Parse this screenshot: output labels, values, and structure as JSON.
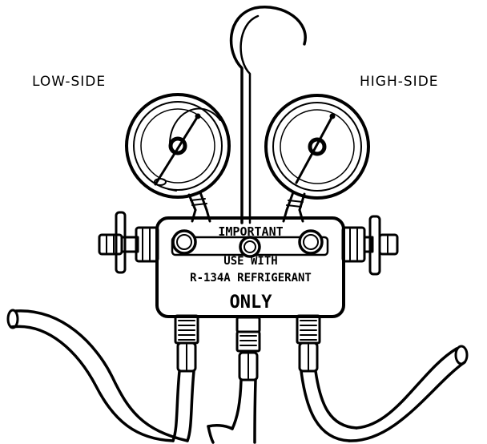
{
  "labels": {
    "low_side": "LOW-SIDE",
    "high_side": "HIGH-SIDE"
  },
  "plate": {
    "line1": "IMPORTANT",
    "line2": "USE WITH",
    "line3": "R-134A REFRIGERANT",
    "line4": "ONLY"
  },
  "colors": {
    "ink": "#000000",
    "paper": "#ffffff"
  }
}
